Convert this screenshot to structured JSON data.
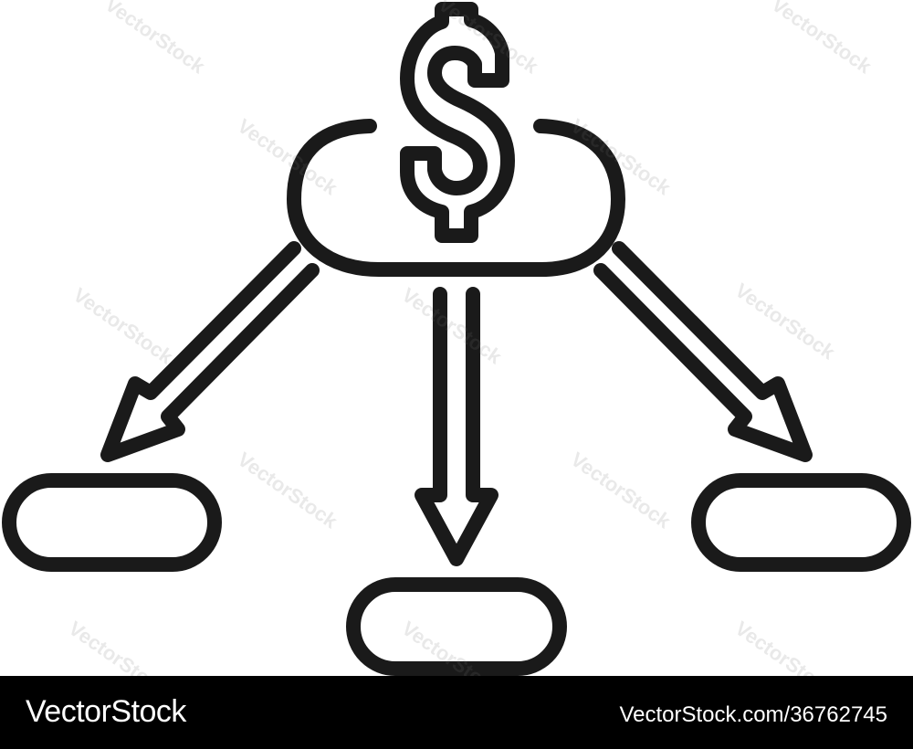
{
  "icon": {
    "name": "dollar-distribution-flow-icon",
    "stroke_color": "#1a1a1a",
    "background_color": "#ffffff",
    "center_symbol": "dollar-sign"
  },
  "watermark": {
    "text": "VectorStock"
  },
  "footer": {
    "brand": "VectorStock",
    "reference": "VectorStock.com/36762745",
    "background_color": "#000000",
    "text_color": "#ffffff"
  }
}
